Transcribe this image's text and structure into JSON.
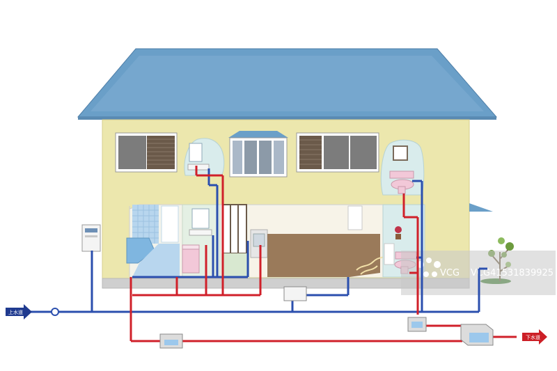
{
  "labels": {
    "water_supply": "上水道",
    "sewer": "下水道"
  },
  "watermark": {
    "brand": "VCG",
    "id_text": "VCG41531839925"
  },
  "colors": {
    "roof": "#6a9fc8",
    "wall": "#ece7ad",
    "floor_wood": "#9a7a5a",
    "bath_blue": "#b8d6ee",
    "supply_pipe": "#2b4fae",
    "drain_pipe": "#d0202a",
    "supply_arrow": "#1f3a8f",
    "sewer_arrow": "#cc1f26",
    "window_shutter": "#6b5a4a",
    "tree": "#6d9b3e"
  },
  "icons": [
    "water-heater-icon",
    "toilet-icon",
    "bathtub-icon",
    "sink-icon",
    "tree-icon",
    "valve-icon",
    "manhole-icon"
  ]
}
